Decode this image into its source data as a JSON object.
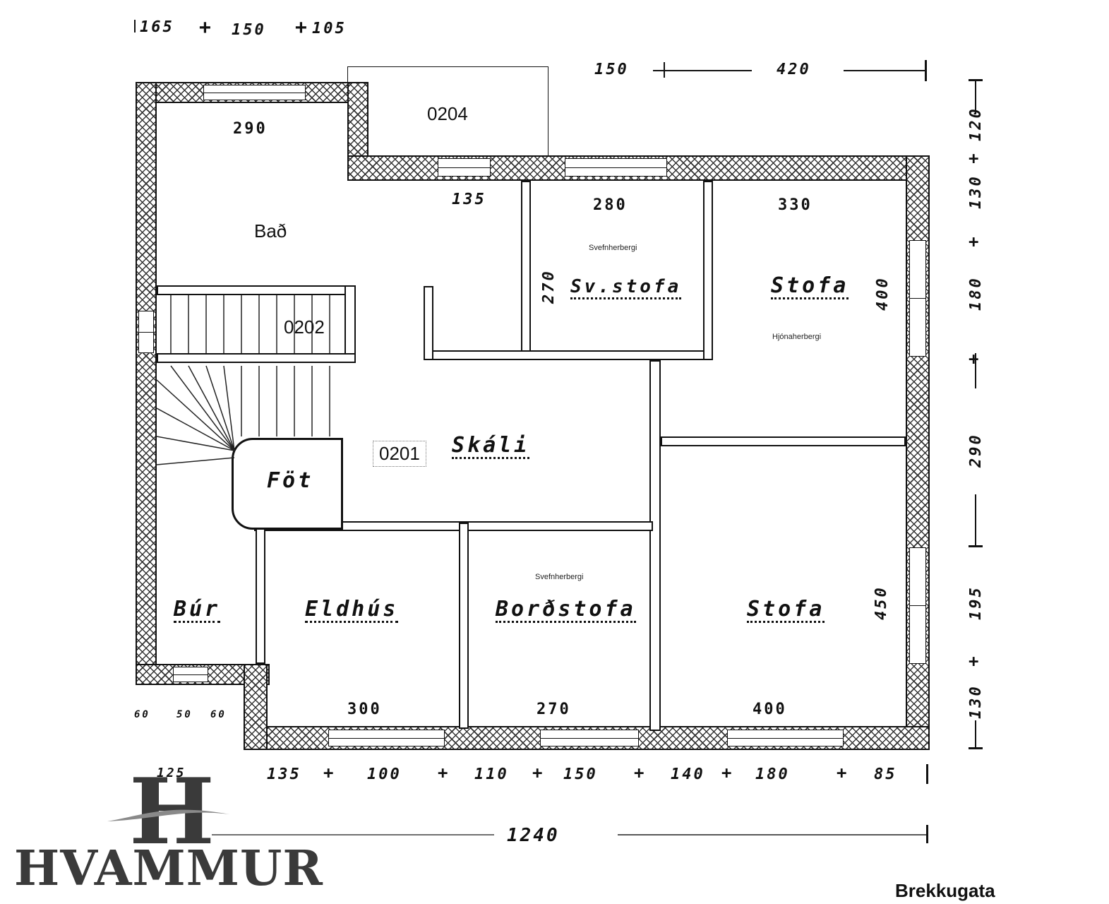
{
  "plan": {
    "rooms": {
      "bad": {
        "label": "Bað",
        "code": "",
        "width_dim": "290"
      },
      "stair": {
        "code": "0202"
      },
      "balcony": {
        "code": "0204"
      },
      "hall": {
        "code": "0201",
        "label": "Skáli"
      },
      "fot": {
        "label": "Föt"
      },
      "svefnherbergi_top": {
        "label": "Sv.stofa",
        "annotation": "Svefnherbergi",
        "width_dim": "280",
        "height_dim": "270"
      },
      "stofa_top": {
        "label": "Stofa",
        "annotation": "Hjónaherbergi",
        "width_dim": "330",
        "height_dim": "400"
      },
      "bur": {
        "label": "Búr"
      },
      "eldhus": {
        "label": "Eldhús",
        "width_dim": "300"
      },
      "bordstofa": {
        "label": "Borðstofa",
        "annotation": "Svefnherbergi",
        "width_dim": "270"
      },
      "stofa_bottom": {
        "label": "Stofa",
        "width_dim": "400",
        "height_dim": "450"
      }
    },
    "hall_dim": "135"
  },
  "dimensions": {
    "top_left": [
      "165",
      "150",
      "105"
    ],
    "top_right": [
      "150",
      "420"
    ],
    "right": [
      "120",
      "130",
      "180",
      "290",
      "195",
      "130"
    ],
    "bottom": [
      "125",
      "135",
      "100",
      "110",
      "150",
      "140",
      "180",
      "85"
    ],
    "bottom_left_small": [
      "60",
      "50",
      "60"
    ],
    "total_width": "1240"
  },
  "logo": {
    "mark": "H",
    "name": "HVAMMUR",
    "wave_color": "#8a8a8a",
    "text_color": "#3a3a3a"
  },
  "street": "Brekkugata"
}
